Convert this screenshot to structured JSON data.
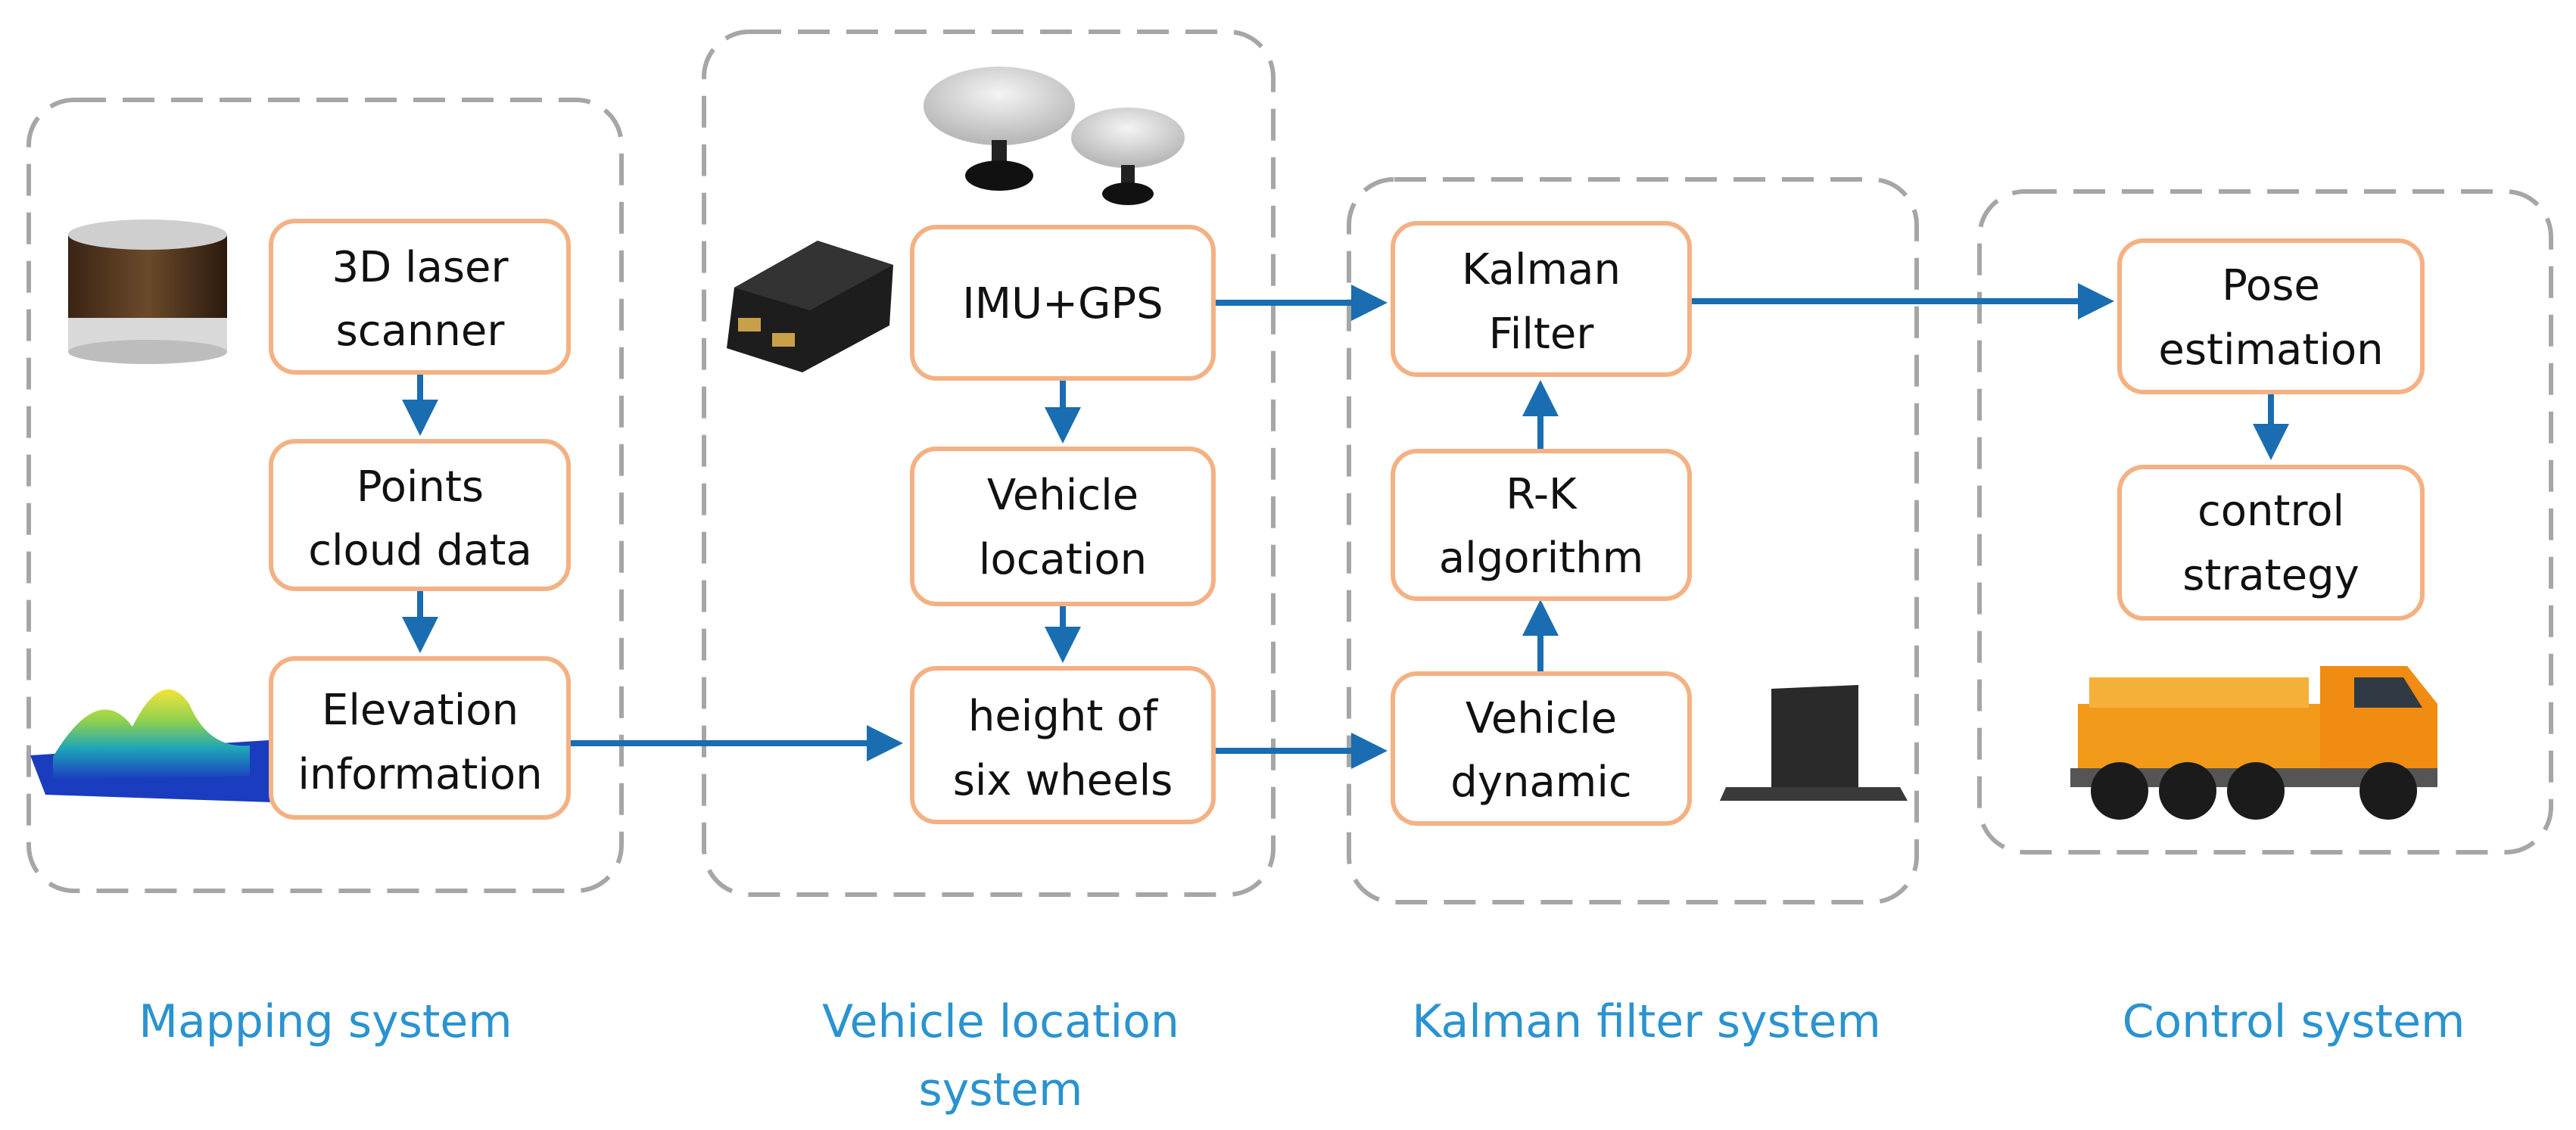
{
  "colors": {
    "node_border": "#f4b183",
    "arrow": "#1a6db0",
    "group_border": "#a6a6a6",
    "system_label": "#2a93d0"
  },
  "nodes": {
    "laser_scanner": [
      "3D laser",
      "scanner"
    ],
    "points_cloud": [
      "Points",
      "cloud data"
    ],
    "elevation": [
      "Elevation",
      "information"
    ],
    "imu_gps": [
      "IMU+GPS"
    ],
    "vehicle_location": [
      "Vehicle",
      "location"
    ],
    "height_wheels": [
      "height of",
      "six wheels"
    ],
    "kalman": [
      "Kalman",
      "Filter"
    ],
    "rk": [
      "R-K",
      "algorithm"
    ],
    "vehicle_dynamic": [
      "Vehicle",
      "dynamic"
    ],
    "pose": [
      "Pose",
      "estimation"
    ],
    "control_strategy": [
      "control",
      "strategy"
    ]
  },
  "systems": {
    "mapping": [
      "Mapping system"
    ],
    "vehicle_location": [
      "Vehicle location",
      "system"
    ],
    "kalman": [
      "Kalman filter system"
    ],
    "control": [
      "Control system"
    ]
  },
  "images": {
    "lidar": "lidar-scanner-photo",
    "terrain": "elevation-map-image",
    "imu": "imu-device-photo",
    "antennas": "gps-antennas-photo",
    "laptop": "laptop-photo",
    "truck": "crane-truck-photo"
  }
}
